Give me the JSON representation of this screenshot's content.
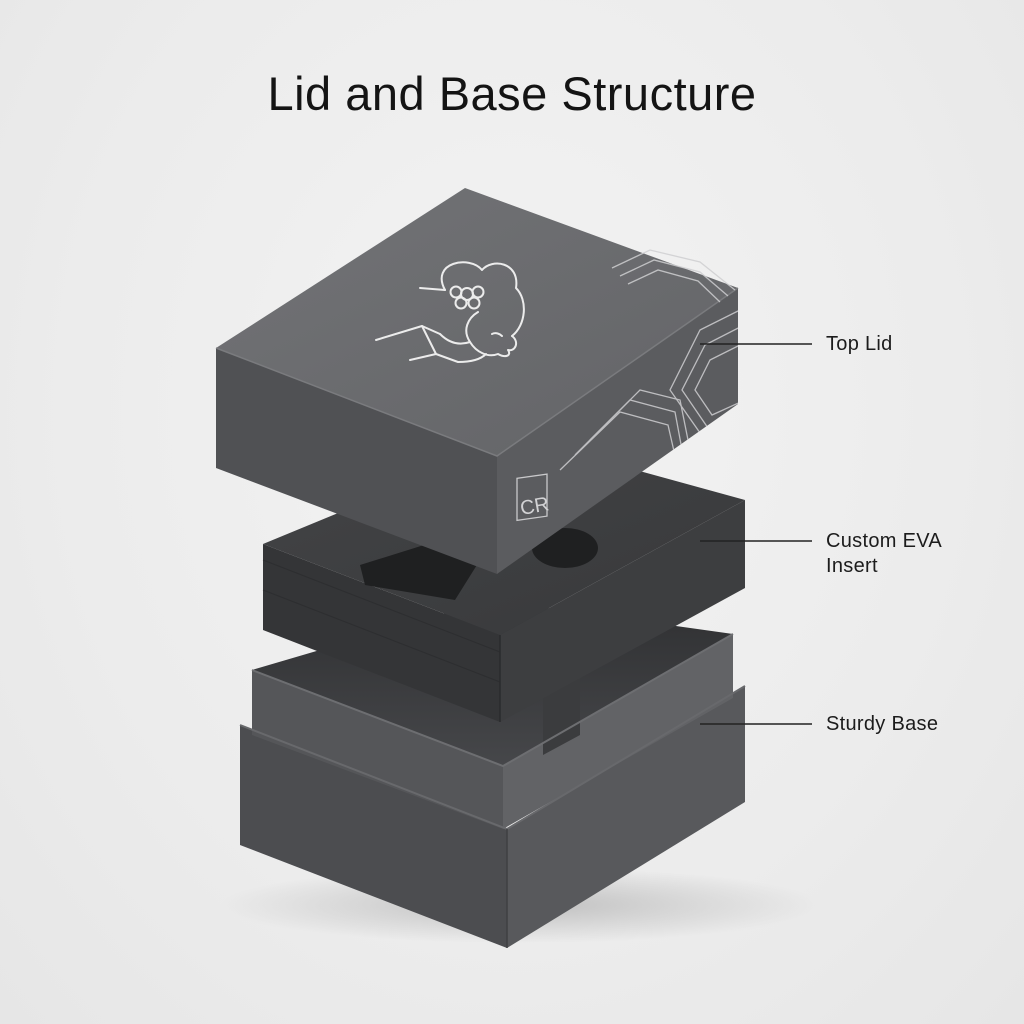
{
  "title": "Lid and Base Structure",
  "components": [
    {
      "id": "lid",
      "label": "Top Lid"
    },
    {
      "id": "insert",
      "label": "Custom EVA Insert"
    },
    {
      "id": "base",
      "label": "Sturdy Base"
    }
  ],
  "callouts": {
    "lid": {
      "label": "Top Lid"
    },
    "insert": {
      "line1": "Custom EVA",
      "line2": "Insert"
    },
    "base": {
      "label": "Sturdy Base"
    }
  },
  "lid_logo": {
    "text": "CR"
  },
  "colors": {
    "background": "#ededed",
    "box_top": "#6b6c6e",
    "box_front": "#505154",
    "box_side": "#5c5d60",
    "foam": "#3d3e40",
    "line_art": "#e9e9e9",
    "callout_line": "#222222",
    "text": "#141414"
  }
}
